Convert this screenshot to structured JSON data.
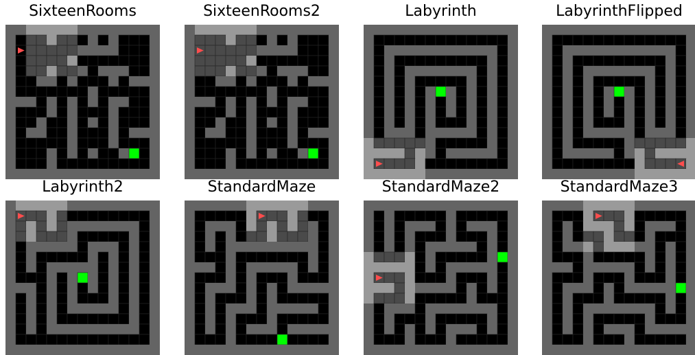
{
  "colors": {
    "wall": "#646464",
    "floor": "#000000",
    "cell_outline": "#262626",
    "visible_region": "#9a9a9a",
    "visible_floor": "#4a4a4a",
    "goal": "#00ff00",
    "agent": "#ff4d4d"
  },
  "legend_of_cells": {
    "#": "wall",
    ".": "floor",
    "G": "goal",
    "A": "agent facing right",
    "a": "agent facing left"
  },
  "panels": [
    {
      "title": "SixteenRooms",
      "grid": [
        "###############",
        "#...#...#.#...#",
        "#A.....####...#",
        "#.....#.......#",
        "#...#..#.###..#",
        "#..##.#...#.###",
        "#.......#.....#",
        "###.#.#.#.##..#",
        "#...#.#...#...#",
        "#..#..#.#.#...#",
        "#.##..#...#.###",
        "#.....#...#...#",
        "#...#.#.#..#G.#",
        "#...#.........#",
        "###############"
      ],
      "view": {
        "rows": [
          0,
          4
        ],
        "cols": [
          2,
          6
        ]
      }
    },
    {
      "title": "SixteenRooms2",
      "grid": [
        "###############",
        "#...#...#.#...#",
        "#A.....####...#",
        "#.....#.......#",
        "#...#..#.###..#",
        "#..##.#...#.###",
        "#.......#.....#",
        "###.#.#.#.##..#",
        "#...#.#...#...#",
        "#..#..#.#.#...#",
        "#.##..#...#.###",
        "#.....#...#...#",
        "#...#.#.#..#G.#",
        "#...#.........#",
        "###############"
      ],
      "view": {
        "rows": [
          0,
          4
        ],
        "cols": [
          1,
          6
        ]
      }
    },
    {
      "title": "Labyrinth",
      "grid": [
        "###############",
        "#.............#",
        "#.###########.#",
        "#.#.........#.#",
        "#.#.#######.#.#",
        "#.#.#.....#.#.#",
        "#.#.#.#G#.#.#.#",
        "#.#.#.#.#.#.#.#",
        "#.#.#.#.#.#.#.#",
        "#.#.#.#...#.#.#",
        "#.###.#####.#.#",
        "#.....#.....#.#",
        "####.##.#####.#",
        "#A...#........#",
        "###############"
      ],
      "view": {
        "rows": [
          11,
          14
        ],
        "cols": [
          0,
          5
        ]
      }
    },
    {
      "title": "LabyrinthFlipped",
      "grid": [
        "###############",
        "#.............#",
        "#.###########.#",
        "#.#.........#.#",
        "#.#.#######.#.#",
        "#.#.#.....#.#.#",
        "#.#.#.#G#.#.#.#",
        "#.#.#.#.#.#.#.#",
        "#.#.#.#.#.#.#.#",
        "#.#.#...#.#.#.#",
        "#.#.#####.###.#",
        "#.#.....#.....#",
        "#.#####.##.####",
        "#........#...a#",
        "###############"
      ],
      "view": {
        "rows": [
          11,
          14
        ],
        "cols": [
          9,
          14
        ]
      }
    },
    {
      "title": "Labyrinth2",
      "grid": [
        "###############",
        "#A..#.........#",
        "#.#.#.#######.#",
        "#.#...#.....#.#",
        "#.#####.###.#.#",
        "#.#.....#.#.#.#",
        "#.#.#####.#.#.#",
        "#...#.#G#.#.#.#",
        "###.#.#.#.#.#.#",
        "#.#.#.#...#.#.#",
        "#.#.#.#####.#.#",
        "#.#.#.......#.#",
        "#.#.#########.#",
        "#.............#",
        "###############"
      ],
      "view": {
        "rows": [
          0,
          3
        ],
        "cols": [
          1,
          5
        ]
      }
    },
    {
      "title": "StandardMaze",
      "grid": [
        "###############",
        "#.....#A..#...#",
        "#.###.#.#.#.#.#",
        "#.#.#...#...#.#",
        "#.#.#########.#",
        "#...#.......#.#",
        "###.#.#####.#.#",
        "#...#.#...#...#",
        "#.###.#.#.#####",
        "#.#...#.#.....#",
        "#.#.###.#####.#",
        "#.#.#...#.....#",
        "#.#.#.###.#####",
        "#...#....G....#",
        "###############"
      ],
      "view": {
        "rows": [
          0,
          3
        ],
        "cols": [
          6,
          11
        ]
      }
    },
    {
      "title": "StandardMaze2",
      "grid": [
        "###############",
        "#.#.....#.....#",
        "#.#.###.#.###.#",
        "#.#.#...#...#.#",
        "#.#.#.#####.#.#",
        "#...#.#.....#G#",
        "#####.#.#####.#",
        "#A..#...#...#.#",
        "###.#####.#.#.#",
        "#...#.....#...#",
        "#.###.#######.#",
        "#.#...#.....#.#",
        "#.#.#.#.###.#.#",
        "#...#...#.....#",
        "###############"
      ],
      "view": {
        "rows": [
          5,
          9
        ],
        "cols": [
          0,
          4
        ]
      }
    },
    {
      "title": "StandardMaze3",
      "grid": [
        "###############",
        "#...#A..#.....#",
        "#.#.###.#.###.#",
        "#.#...#...#...#",
        "#.###.#####.#.#",
        "#...#.....#.#.#",
        "###.#####.#.#.#",
        "#...#...#...#.#",
        "#.###.#.#####G#",
        "#.#...#.....#.#",
        "#.#.#######.#.#",
        "#.#.#.....#...#",
        "#.#.#.###.#####",
        "#...#...#.....#",
        "###############"
      ],
      "view": {
        "rows": [
          0,
          4
        ],
        "cols": [
          4,
          8
        ]
      }
    }
  ]
}
